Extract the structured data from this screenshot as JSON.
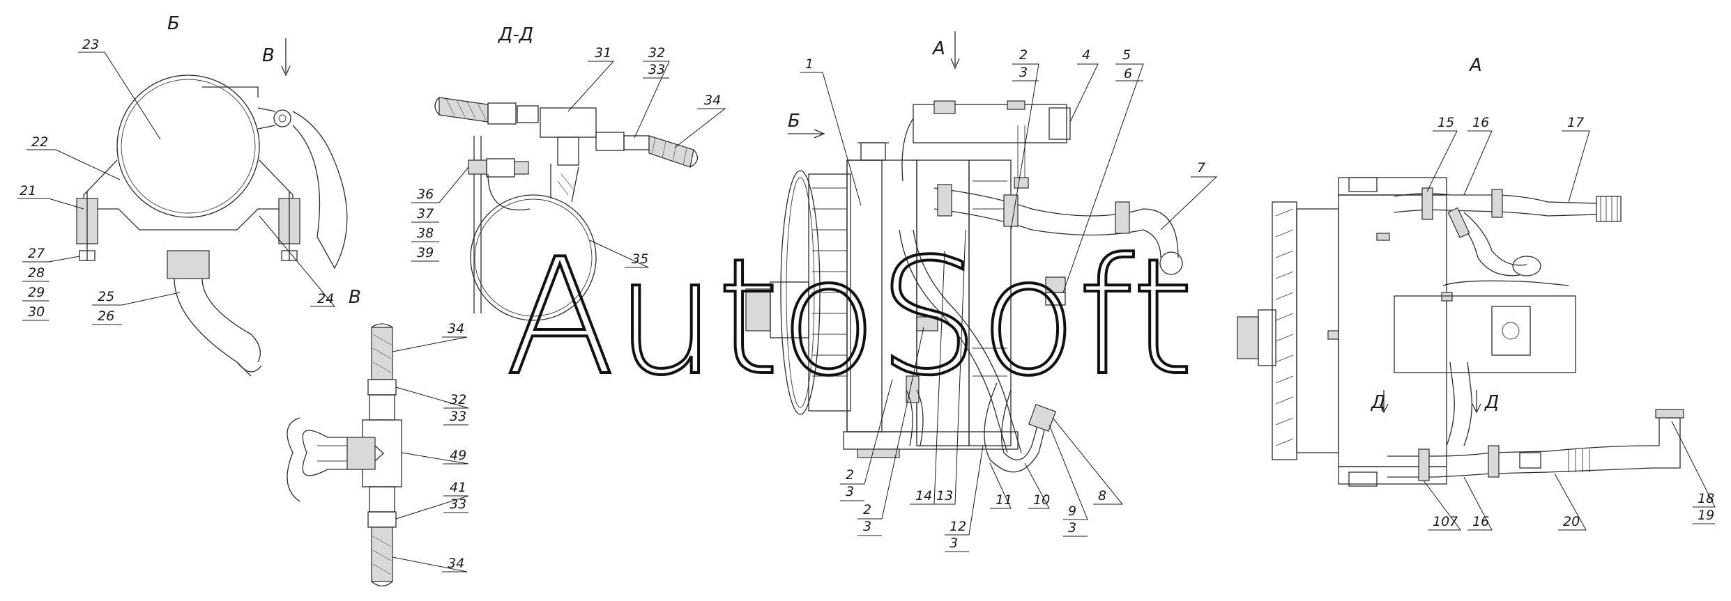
{
  "views": {
    "b": "Б",
    "v_top": "В",
    "v_view": "В",
    "dd": "Д-Д",
    "a_top": "А",
    "b_arrow": "Б",
    "a_view": "А",
    "d_left": "Д",
    "d_right": "Д"
  },
  "watermark": "AutoSoft",
  "callouts": {
    "c23": "23",
    "c22": "22",
    "c21": "21",
    "c27": "27",
    "c28": "28",
    "c29": "29",
    "c30": "30",
    "c25": "25",
    "c26": "26",
    "c24": "24",
    "c31": "31",
    "c32a": "32",
    "c33a": "33",
    "c34a": "34",
    "c36": "36",
    "c37": "37",
    "c38": "38",
    "c39": "39",
    "c35": "35",
    "c34b": "34",
    "c32b": "32",
    "c33b": "33",
    "c49": "49",
    "c41": "41",
    "c33c": "33",
    "c34c": "34",
    "c1": "1",
    "c2a": "2",
    "c3a": "3",
    "c4": "4",
    "c5": "5",
    "c6": "6",
    "c7": "7",
    "c2b": "2",
    "c3b": "3",
    "c2c": "2",
    "c3c": "3",
    "c14": "14",
    "c13": "13",
    "c12": "12",
    "c3d": "3",
    "c11": "11",
    "c10": "10",
    "c9": "9",
    "c3e": "3",
    "c8": "8",
    "c15": "15",
    "c16a": "16",
    "c17": "17",
    "c107": "107",
    "c16b": "16",
    "c20": "20",
    "c18": "18",
    "c19": "19"
  }
}
